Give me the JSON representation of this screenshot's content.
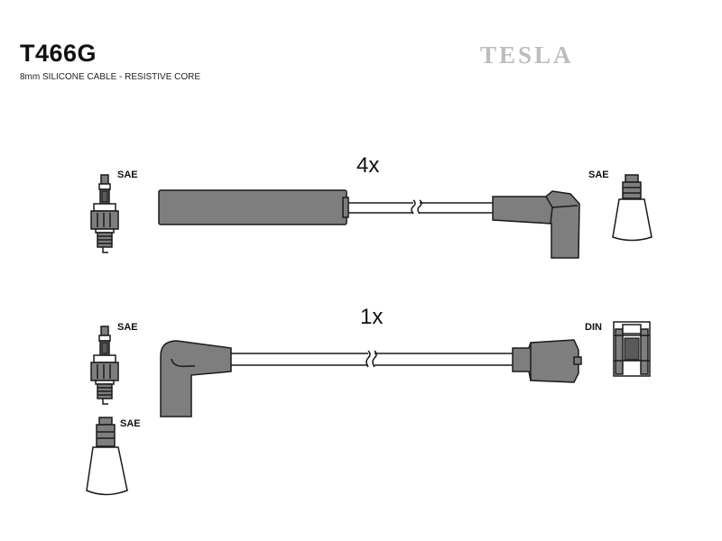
{
  "header": {
    "part_number": "T466G",
    "description": "8mm SILICONE CABLE - RESISTIVE CORE",
    "brand": "TESLA"
  },
  "cable_sets": [
    {
      "quantity": "4x",
      "left_terminal_label": "SAE",
      "right_terminal_label": "SAE"
    },
    {
      "quantity": "1x",
      "left_terminal_label": "SAE",
      "right_terminal_label": "DIN",
      "extra_terminal_label": "SAE"
    }
  ],
  "colors": {
    "boot_fill": "#7e7e7e",
    "brand_grey": "#bdbdbd",
    "outline": "#1a1a1a"
  }
}
